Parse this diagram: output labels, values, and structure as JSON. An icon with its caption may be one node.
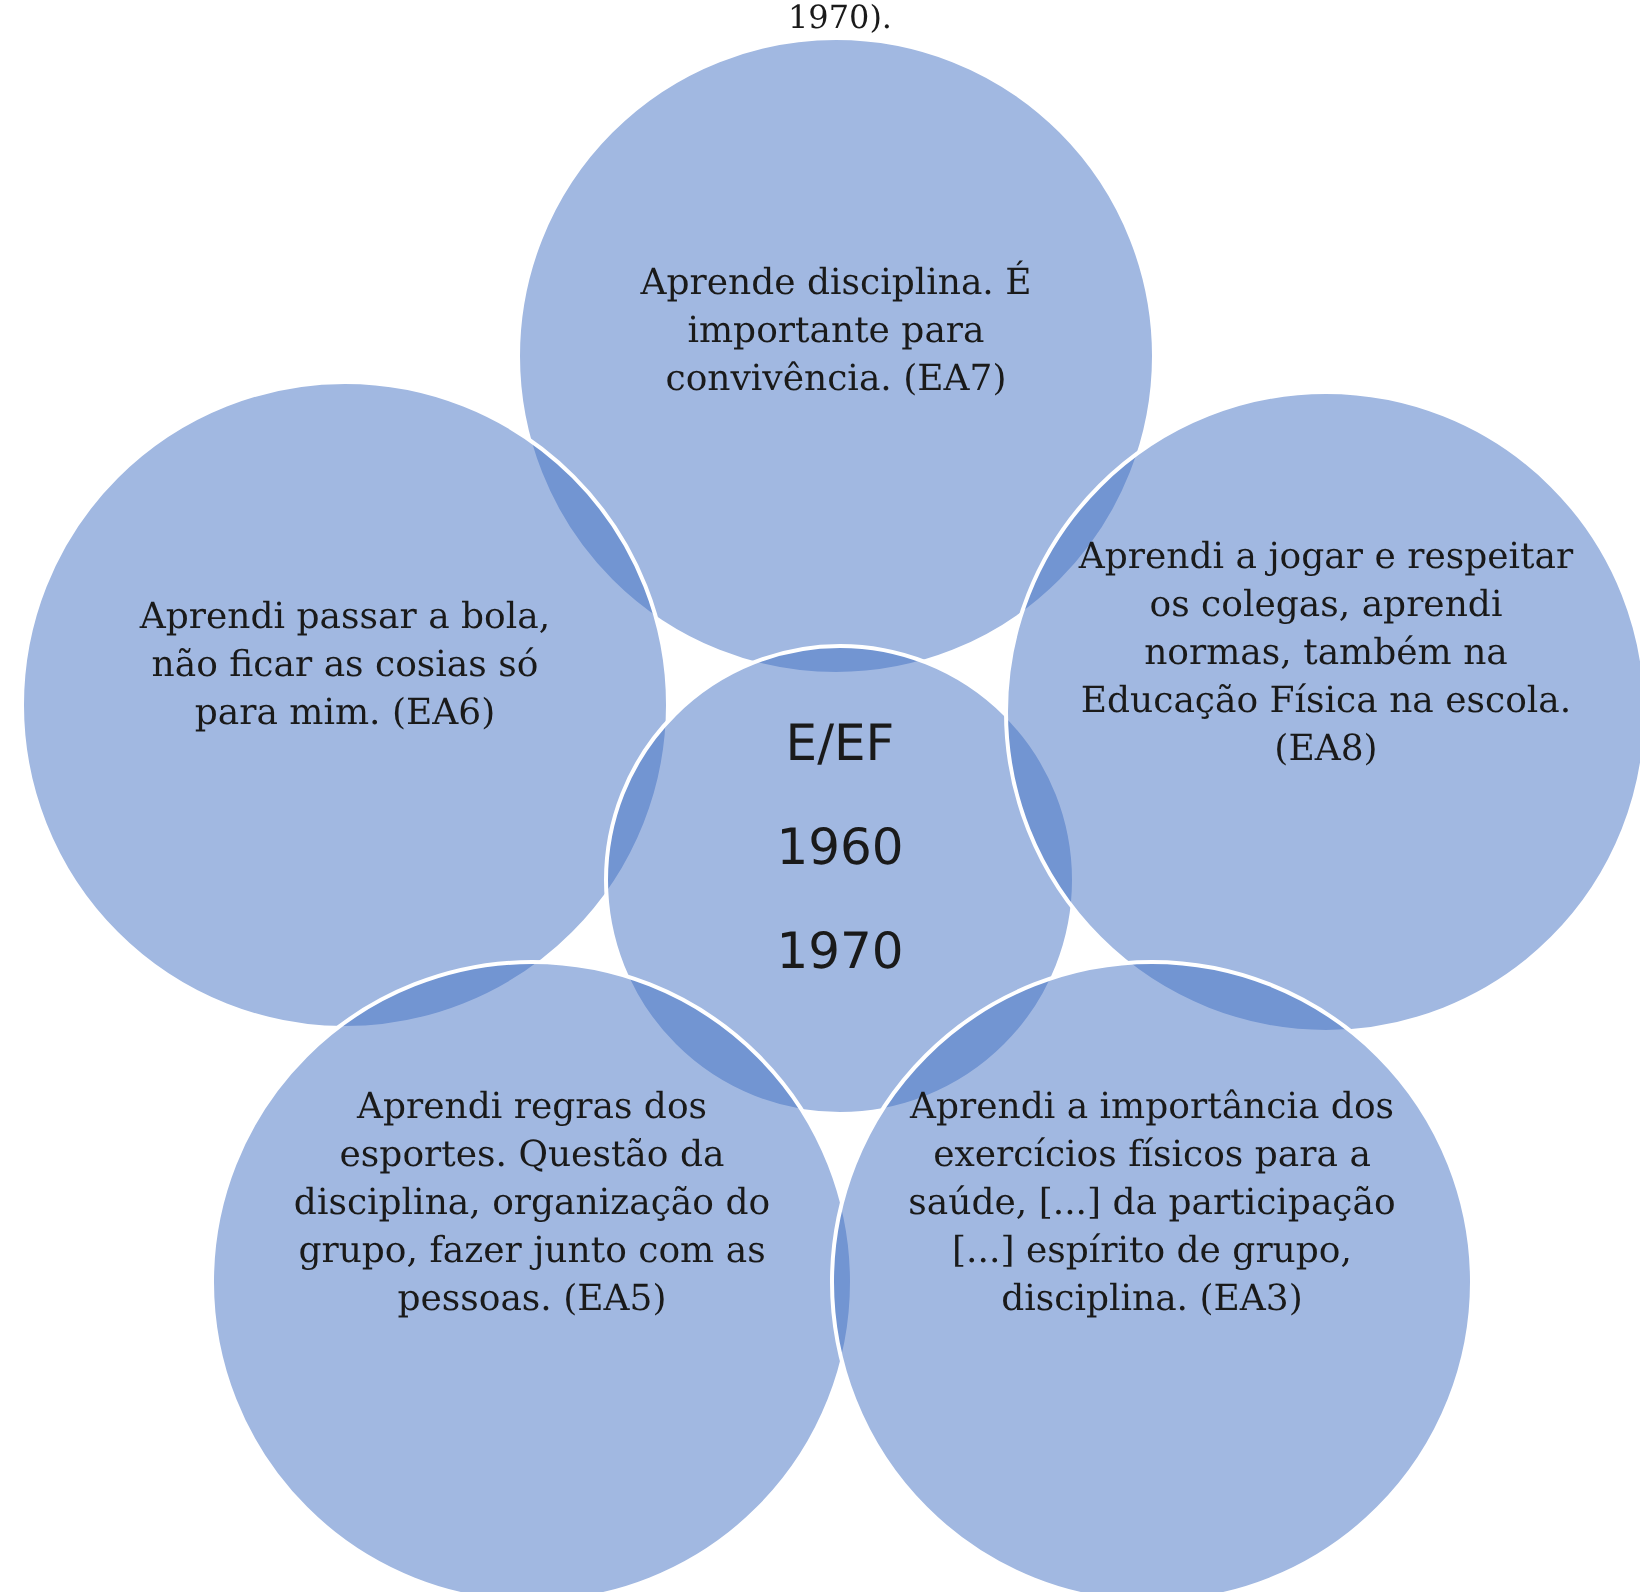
{
  "diagram": {
    "nodes": [
      {
        "text": [
          "Aprende disciplina. É importante para convivência. (EA7)"
        ]
      },
      {
        "text": [
          "Aprendi passar a bola, não ficar as cosias só para mim. (EA6)"
        ]
      },
      {
        "text": [
          "E/EF",
          "1960",
          "1970"
        ]
      },
      {
        "text": [
          "Aprendi a jogar e respeitar os colegas, aprendi normas, também na Educação Física na escola. (EA8)"
        ]
      },
      {
        "text": [
          "Aprendi regras dos esportes. Questão da disciplina, organização do grupo, fazer junto com as pessoas. (EA5)"
        ]
      },
      {
        "text": [
          "Aprendi a importância dos exercícios físicos para a saúde, [...] da participação [...] espírito de grupo, disciplina. (EA3)"
        ]
      }
    ],
    "labels": [
      "1970)."
    ]
  }
}
